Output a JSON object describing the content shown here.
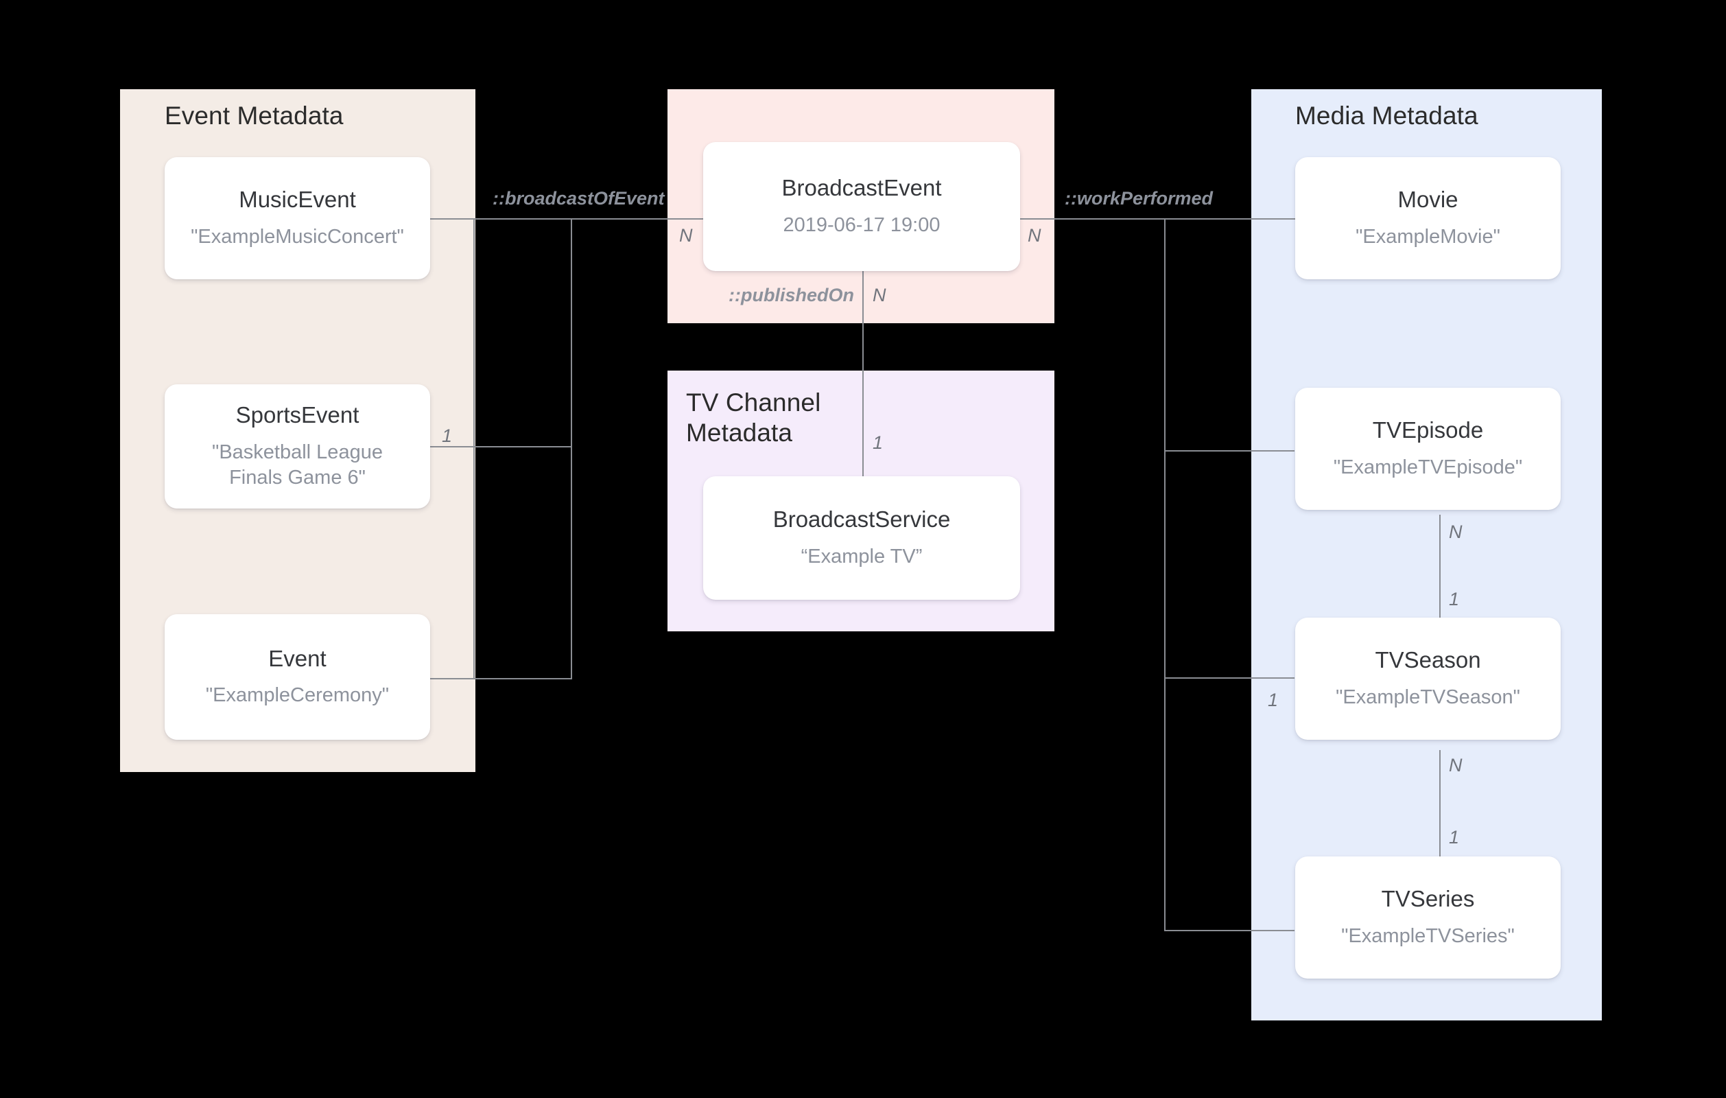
{
  "diagram": {
    "title": "Broadcast / Media metadata relationship diagram",
    "colors": {
      "canvas": "#000000",
      "event_panel": "#f4ece6",
      "broadcast_panel": "#fdeae8",
      "tvchannel_panel": "#f5ecfb",
      "media_panel": "#e6edfb",
      "card": "#ffffff",
      "edge": "#8a8d93",
      "type_text": "#35373b",
      "value_text": "#8d929c",
      "panel_title_text": "#2b2b2b"
    }
  },
  "panels": {
    "event": {
      "title": "Event Metadata"
    },
    "broadcast": {
      "title": ""
    },
    "tvchannel": {
      "title": "TV Channel\nMetadata"
    },
    "media": {
      "title": "Media Metadata"
    }
  },
  "nodes": {
    "music_event": {
      "type": "MusicEvent",
      "value": "\"ExampleMusicConcert\""
    },
    "sports_event": {
      "type": "SportsEvent",
      "value": "\"Basketball League Finals Game 6\""
    },
    "event": {
      "type": "Event",
      "value": "\"ExampleCeremony\""
    },
    "broadcast_event": {
      "type": "BroadcastEvent",
      "value": "2019-06-17 19:00"
    },
    "broadcast_service": {
      "type": "BroadcastService",
      "value": "“Example TV”"
    },
    "movie": {
      "type": "Movie",
      "value": "\"ExampleMovie\""
    },
    "tv_episode": {
      "type": "TVEpisode",
      "value": "\"ExampleTVEpisode\""
    },
    "tv_season": {
      "type": "TVSeason",
      "value": "\"ExampleTVSeason\""
    },
    "tv_series": {
      "type": "TVSeries",
      "value": "\"ExampleTVSeries\""
    }
  },
  "relations": {
    "broadcast_of_event": {
      "label": "::broadcastOfEvent",
      "from_cardinality": "1",
      "to_cardinality": "N"
    },
    "work_performed": {
      "label": "::workPerformed",
      "from_cardinality": "N",
      "to_cardinality": "1"
    },
    "published_on": {
      "label": "::publishedOn",
      "from_cardinality": "N",
      "to_cardinality": "1"
    },
    "episode_season": {
      "from_cardinality": "N",
      "to_cardinality": "1"
    },
    "season_series": {
      "from_cardinality": "N",
      "to_cardinality": "1"
    }
  },
  "cardinality_markers": {
    "sports_event_one": "1",
    "broadcast_event_left_n": "N",
    "broadcast_event_right_n": "N",
    "published_on_n": "N",
    "broadcast_service_one": "1",
    "episode_n": "N",
    "season_one_top": "1",
    "season_one_left": "1",
    "season_n": "N",
    "series_one": "1"
  }
}
